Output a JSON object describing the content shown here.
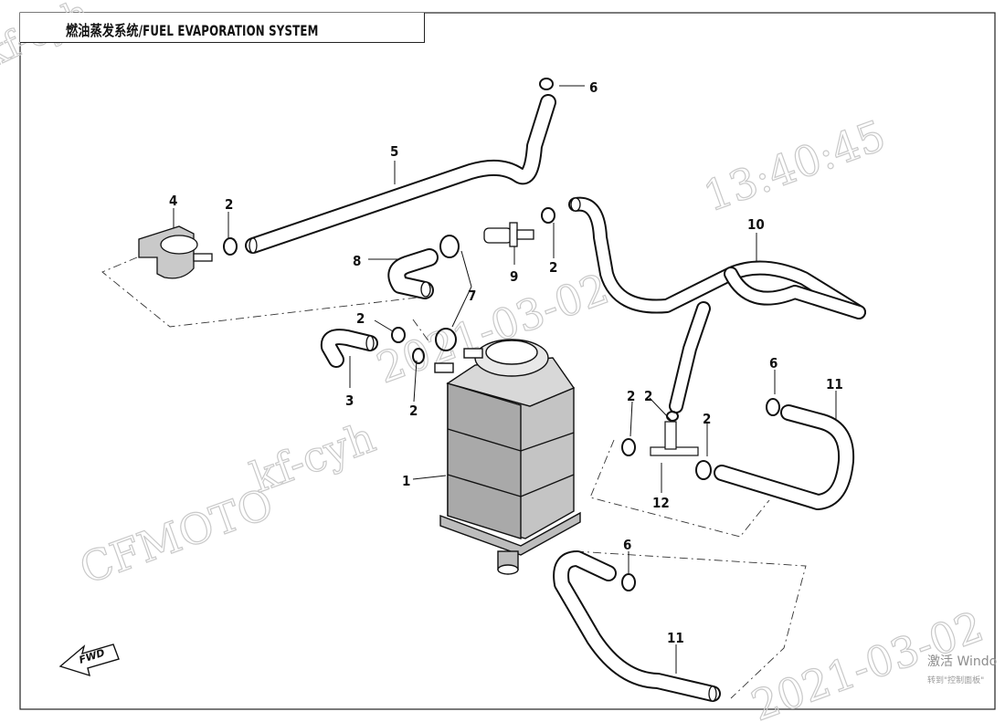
{
  "title": "燃油蒸发系统/FUEL EVAPORATION SYSTEM",
  "callouts": [
    "1",
    "2",
    "3",
    "4",
    "5",
    "6",
    "7",
    "8",
    "9",
    "10",
    "11",
    "12"
  ],
  "direction_marker": "FWD",
  "watermarks": {
    "brand": "CFMOTO",
    "user": "kf-cyh",
    "user_corner": "kf-cyh",
    "date": "2021-03-02",
    "date_bottom": "2021-03-02",
    "time": "13:40:45"
  },
  "windows_notice": {
    "line1": "激活 Windo",
    "line2": "转到\"控制面板\""
  },
  "colors": {
    "line": "#111111",
    "watermark": "#c9c9c9",
    "notice": "#8d8d8d"
  }
}
